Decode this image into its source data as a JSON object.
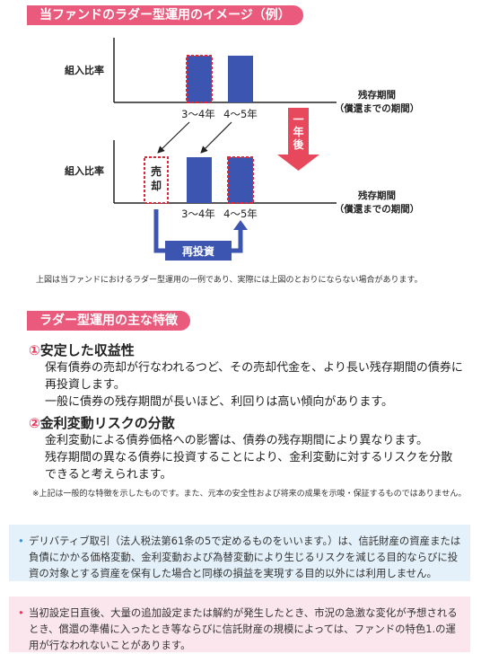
{
  "section1": {
    "title": "当ファンドのラダー型運用のイメージ（例）"
  },
  "diagram": {
    "ylabel": "組入比率",
    "xlabel_line1": "残存期間",
    "xlabel_line2": "（償還までの期間）",
    "top_tick_labels": [
      "3～4年",
      "4～5年"
    ],
    "bottom_tick_labels": [
      "3～4年",
      "4～5年"
    ],
    "sell_label": "売却",
    "reinvest_label": "再投資",
    "year_later": "一年後",
    "colors": {
      "bar": "#3b55b0",
      "dash": "#e0263a",
      "arrow": "#e8485c",
      "line": "#222222",
      "reinvest_bg": "#3b55b0"
    }
  },
  "diagram_note": "上図は当ファンドにおけるラダー型運用の一例であり、実際には上図のとおりにならない場合があります。",
  "section2": {
    "title": "ラダー型運用の主な特徴"
  },
  "features": [
    {
      "num": "①",
      "title": "安定した収益性",
      "lines": [
        "保有債券の売却が行なわれるつど、その売却代金を、より長い残存期間の債券に",
        "再投資します。",
        "一般に債券の残存期間が長いほど、利回りは高い傾向があります。"
      ]
    },
    {
      "num": "②",
      "title": "金利変動リスクの分散",
      "lines": [
        "金利変動による債券価格への影響は、債券の残存期間により異なります。",
        "残存期間の異なる債券に投資することにより、金利変動に対するリスクを分散",
        "できると考えられます。"
      ]
    }
  ],
  "features_note": "※上記は一般的な特徴を示したものです。また、元本の安全性および将来の成果を示唆・保証するものではありません。",
  "notes": [
    {
      "bullet": "•",
      "text": "デリバティブ取引（法人税法第61条の5で定めるものをいいます。）は、信託財産の資産または負債にかかる価格変動、金利変動および為替変動により生じるリスクを減じる目的ならびに投資の対象とする資産を保有した場合と同様の損益を実現する目的以外には利用しません。"
    },
    {
      "bullet": "•",
      "text": "当初設定日直後、大量の追加設定または解約が発生したとき、市況の急激な変化が予想されるとき、償還の準備に入ったとき等ならびに信託財産の規模によっては、ファンドの特色1.の運用が行なわれないことがあります。"
    }
  ]
}
